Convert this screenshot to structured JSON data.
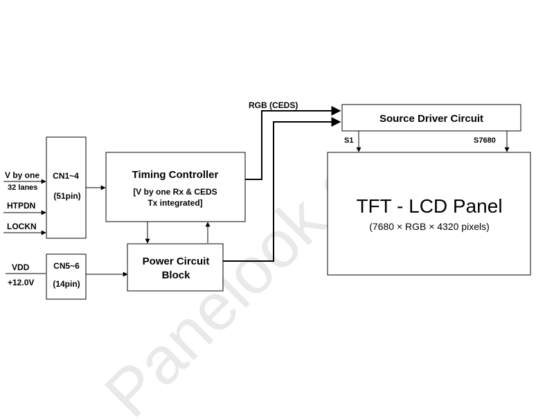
{
  "watermark": "Panelook.c",
  "inputs": {
    "vbyone_line1": "V by one",
    "vbyone_line2": "32 lanes",
    "htpdn": "HTPDN",
    "lockn": "LOCKN",
    "vdd": "VDD",
    "voltage": "+12.0V"
  },
  "connectors": {
    "cn1": {
      "name": "CN1~4",
      "pins": "(51pin)"
    },
    "cn5": {
      "name": "CN5~6",
      "pins": "(14pin)"
    }
  },
  "timing_controller": {
    "title": "Timing Controller",
    "line1": "[V by one Rx & CEDS",
    "line2": "Tx integrated]"
  },
  "power_block": {
    "line1": "Power Circuit",
    "line2": "Block"
  },
  "bus_label": "RGB (CEDS)",
  "source_driver": {
    "title": "Source Driver Circuit",
    "first_output": "S1",
    "last_output": "S7680"
  },
  "panel": {
    "title": "TFT - LCD Panel",
    "subtitle": "(7680 × RGB × 4320 pixels)"
  }
}
